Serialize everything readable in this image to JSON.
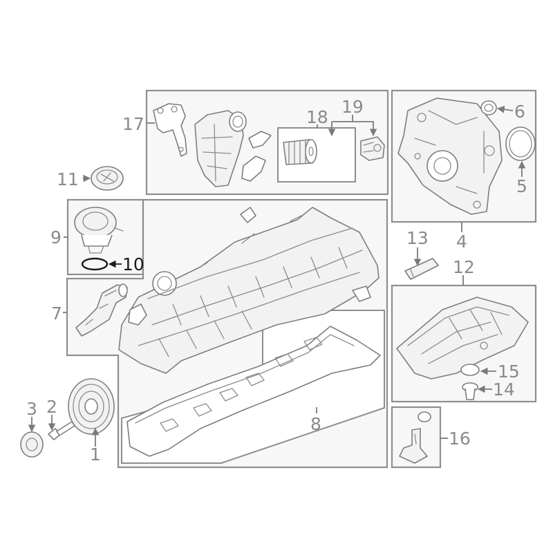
{
  "diagram": {
    "type": "exploded-parts-diagram",
    "highlighted_callout": "10",
    "colors": {
      "line": "#7d7d7d",
      "label": "#8a8a8a",
      "highlight": "#1a1a1a",
      "box_fill": "#f7f7f7"
    },
    "callouts": {
      "c1": "1",
      "c2": "2",
      "c3": "3",
      "c4": "4",
      "c5": "5",
      "c6": "6",
      "c7": "7",
      "c8": "8",
      "c9": "9",
      "c10": "10",
      "c11": "11",
      "c12": "12",
      "c13": "13",
      "c14": "14",
      "c15": "15",
      "c16": "16",
      "c17": "17",
      "c18": "18",
      "c19": "19"
    }
  }
}
